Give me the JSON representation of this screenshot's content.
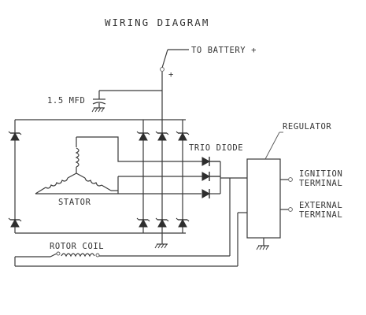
{
  "title": "WIRING DIAGRAM",
  "labels": {
    "to_battery": "TO BATTERY +",
    "plus": "+",
    "capacitor": "1.5 MFD",
    "regulator": "REGULATOR",
    "trio_diode": "TRIO DIODE",
    "stator": "STATOR",
    "ignition_1": "IGNITION",
    "ignition_2": "TERMINAL",
    "external_1": "EXTERNAL",
    "external_2": "TERMINAL",
    "rotor_coil": "ROTOR COIL"
  },
  "colors": {
    "line": "#3a3a3a",
    "text": "#333333",
    "background": "#ffffff"
  }
}
